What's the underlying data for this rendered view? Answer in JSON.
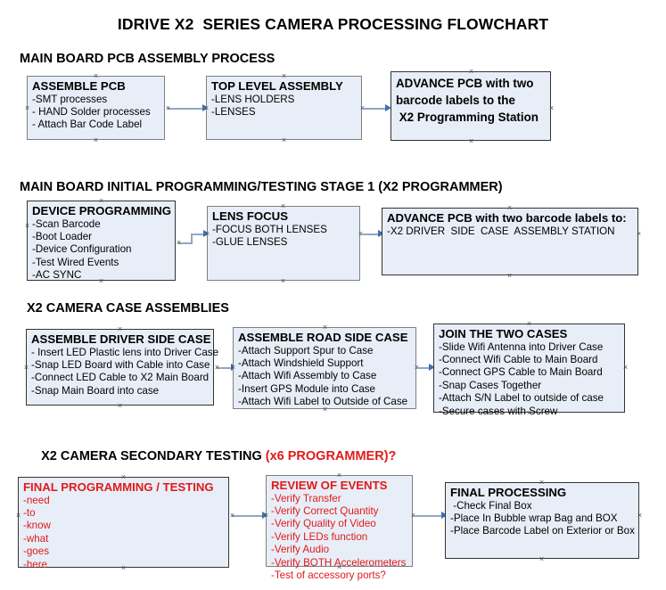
{
  "document": {
    "title": "IDRIVE X2  SERIES CAMERA PROCESSING FLOWCHART"
  },
  "sections": [
    {
      "id": "main-board-pcb-assembly",
      "heading": "MAIN BOARD PCB ASSEMBLY PROCESS",
      "heading_accent": "",
      "nodes": [
        {
          "id": "assemble-pcb",
          "title": "ASSEMBLE PCB",
          "lines": [
            "-SMT processes",
            "- HAND Solder processes",
            "- Attach Bar Code Label"
          ],
          "text_color": "#000000"
        },
        {
          "id": "top-level-assembly",
          "title": "TOP LEVEL ASSEMBLY",
          "lines": [
            "-LENS HOLDERS",
            "-LENSES"
          ],
          "text_color": "#000000"
        },
        {
          "id": "advance-pcb-programming-station",
          "title": "ADVANCE PCB with two\nbarcode labels to the\n X2 Programming Station",
          "lines": [],
          "text_color": "#000000"
        }
      ]
    },
    {
      "id": "main-board-initial-programming",
      "heading": "MAIN BOARD INITIAL PROGRAMMING/TESTING STAGE 1 (X2 PROGRAMMER)",
      "heading_accent": "",
      "nodes": [
        {
          "id": "device-programming",
          "title": "DEVICE PROGRAMMING",
          "lines": [
            "-Scan Barcode",
            "-Boot Loader",
            "-Device Configuration",
            "-Test Wired Events",
            "-AC SYNC"
          ],
          "text_color": "#000000"
        },
        {
          "id": "lens-focus",
          "title": "LENS FOCUS",
          "lines": [
            "-FOCUS BOTH LENSES",
            "-GLUE LENSES"
          ],
          "text_color": "#000000"
        },
        {
          "id": "advance-pcb-driver-side-case",
          "title": "ADVANCE PCB with two barcode labels to:",
          "lines": [
            "-X2 DRIVER  SIDE  CASE  ASSEMBLY STATION"
          ],
          "text_color": "#000000"
        }
      ]
    },
    {
      "id": "x2-camera-case-assemblies",
      "heading": "X2 CAMERA CASE ASSEMBLIES",
      "heading_accent": "",
      "nodes": [
        {
          "id": "assemble-driver-side-case",
          "title": "ASSEMBLE DRIVER SIDE CASE",
          "lines": [
            "- Insert LED Plastic lens into Driver Case",
            "-Snap LED Board with Cable into Case",
            "-Connect LED Cable to X2 Main Board",
            "-Snap Main Board into case"
          ],
          "text_color": "#000000"
        },
        {
          "id": "assemble-road-side-case",
          "title": "ASSEMBLE ROAD SIDE CASE",
          "lines": [
            "-Attach Support Spur to Case",
            "-Attach Windshield Support",
            "-Attach Wifi Assembly to Case",
            "-Insert GPS Module into Case",
            "-Attach Wifi Label to Outside of Case"
          ],
          "text_color": "#000000"
        },
        {
          "id": "join-the-two-cases",
          "title": "JOIN THE TWO CASES",
          "lines": [
            "-Slide Wifi Antenna into Driver Case",
            "-Connect Wifi Cable to Main Board",
            "-Connect GPS Cable to Main Board",
            "-Snap Cases Together",
            "-Attach S/N Label to outside of case",
            "-Secure cases with Screw"
          ],
          "text_color": "#000000"
        }
      ]
    },
    {
      "id": "x2-camera-secondary-testing",
      "heading": "X2 CAMERA SECONDARY TESTING ",
      "heading_accent": "(x6 PROGRAMMER)?",
      "nodes": [
        {
          "id": "final-programming-testing",
          "title": "FINAL PROGRAMMING / TESTING",
          "lines": [
            "-need",
            "-to",
            "-know",
            "-what",
            "-goes",
            "-here"
          ],
          "text_color": "#e01b1b"
        },
        {
          "id": "review-of-events",
          "title": "REVIEW OF EVENTS",
          "lines": [
            "-Verify Transfer",
            "-Verify Correct Quantity",
            "-Verify Quality of Video",
            "-Verify LEDs function",
            "-Verify Audio",
            "-Verify BOTH Accelerometers",
            "-Test of accessory ports?"
          ],
          "text_color": "#e01b1b"
        },
        {
          "id": "final-processing",
          "title": "FINAL PROCESSING",
          "lines": [
            " -Check Final Box",
            "-Place In Bubble wrap Bag and BOX",
            "-Place Barcode Label on Exterior or Box"
          ],
          "text_color": "#000000"
        }
      ]
    }
  ],
  "colors": {
    "box_fill": "#e8eef7",
    "box_border": "#7f7f7f",
    "connector": "#91a7c4",
    "arrow_head": "#3f6fb5",
    "accent_red": "#e01b1b",
    "text": "#000000"
  }
}
